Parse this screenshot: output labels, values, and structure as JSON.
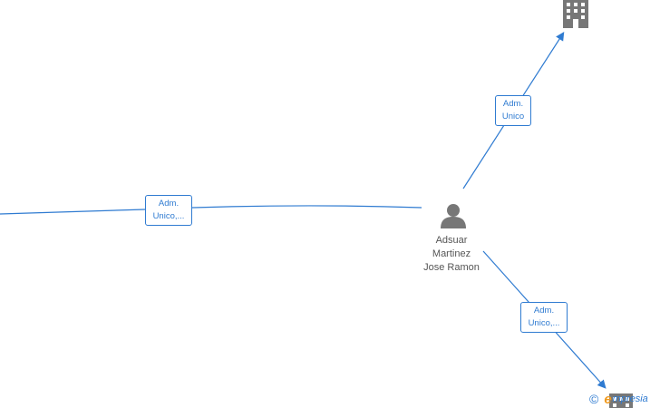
{
  "colors": {
    "edge": "#2f7bd1",
    "node": "#777777"
  },
  "person": {
    "lines": [
      "Adsuar",
      "Martinez",
      "Jose Ramon"
    ],
    "icon": "person-icon"
  },
  "companies": [
    {
      "icon": "building-icon"
    },
    {
      "icon": "building-icon"
    }
  ],
  "edges": [
    {
      "label": [
        "Adm.",
        "Unico"
      ]
    },
    {
      "label": [
        "Adm.",
        "Unico,..."
      ]
    },
    {
      "label": [
        "Adm.",
        "Unico,..."
      ]
    }
  ],
  "footer": {
    "copyright": "©",
    "brand_initial": "e",
    "brand_rest": "mpresia"
  }
}
